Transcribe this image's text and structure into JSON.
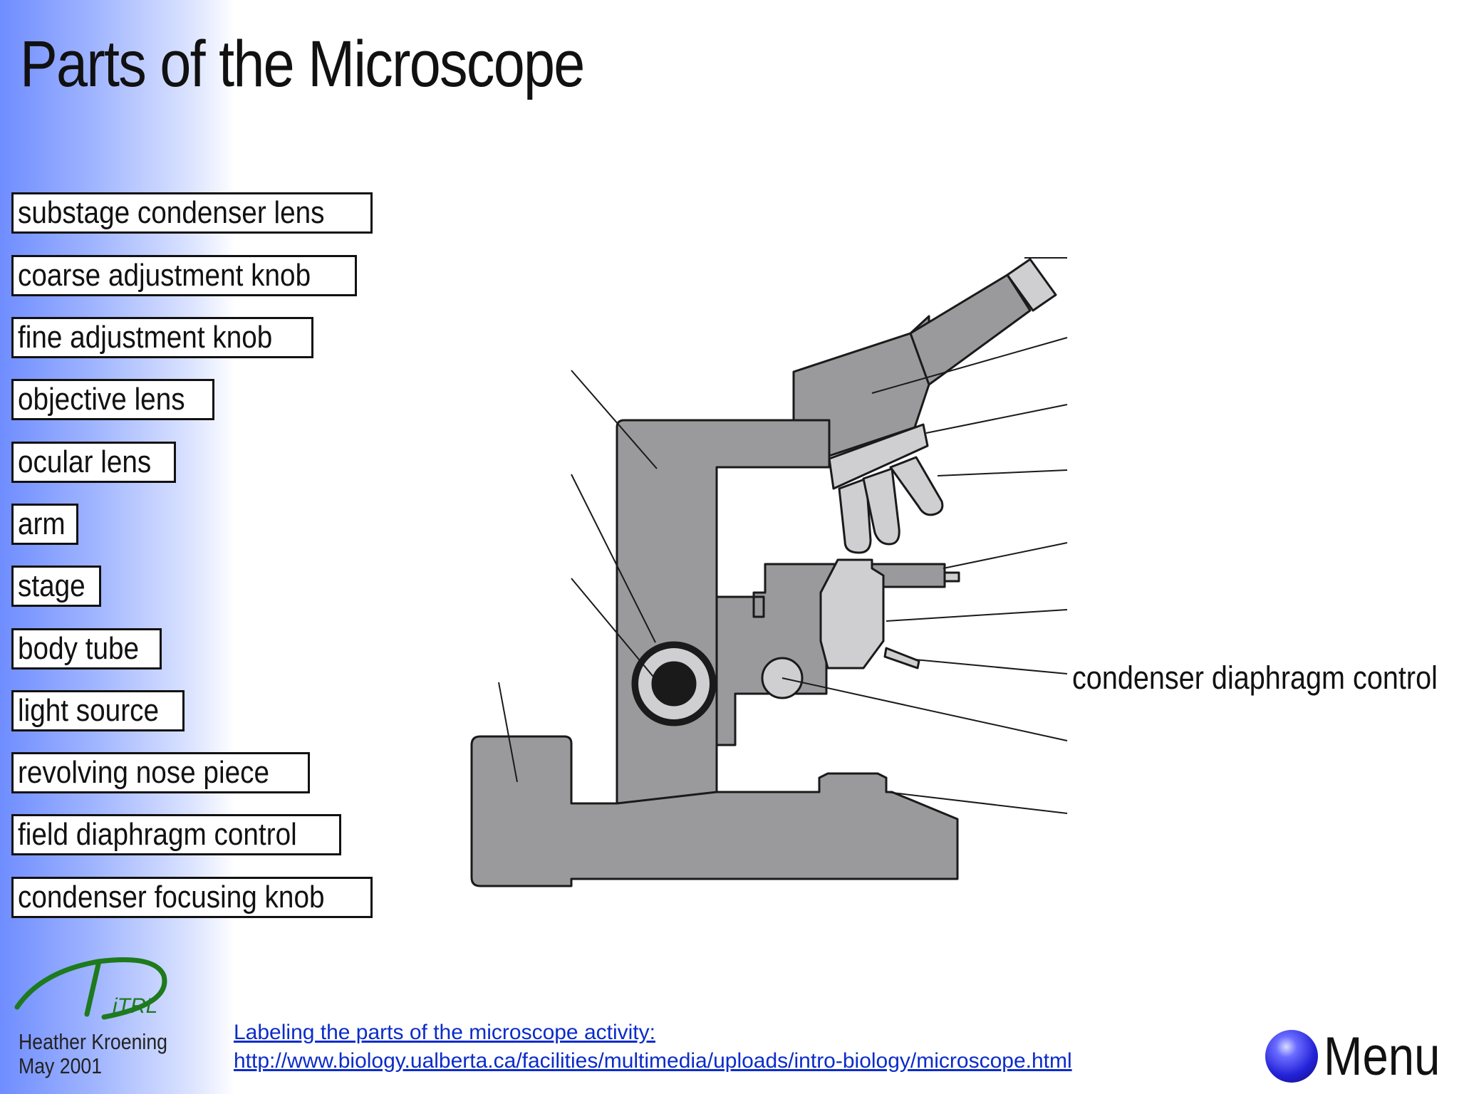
{
  "title": "Parts of the Microscope",
  "labels": [
    "substage condenser lens",
    "coarse adjustment knob",
    "fine adjustment knob",
    "objective lens",
    "ocular lens",
    "arm",
    "stage",
    "body tube",
    "light source",
    "revolving nose piece",
    "field diaphragm control",
    "condenser focusing knob"
  ],
  "placed_label": "condenser diaphragm control",
  "logo": {
    "text": "iTRL"
  },
  "author": {
    "name": "Heather Kroening",
    "date": "May 2001"
  },
  "link": {
    "line1": "Labeling the parts of the microscope activity:",
    "line2": "http://www.biology.ualberta.ca/facilities/multimedia/uploads/intro-biology/microscope.html"
  },
  "menu": {
    "label": "Menu"
  },
  "colors": {
    "body": "#9a9a9c",
    "light_part": "#cfcfd1",
    "outline": "#1a1a1a",
    "link": "#0b2cc9"
  }
}
